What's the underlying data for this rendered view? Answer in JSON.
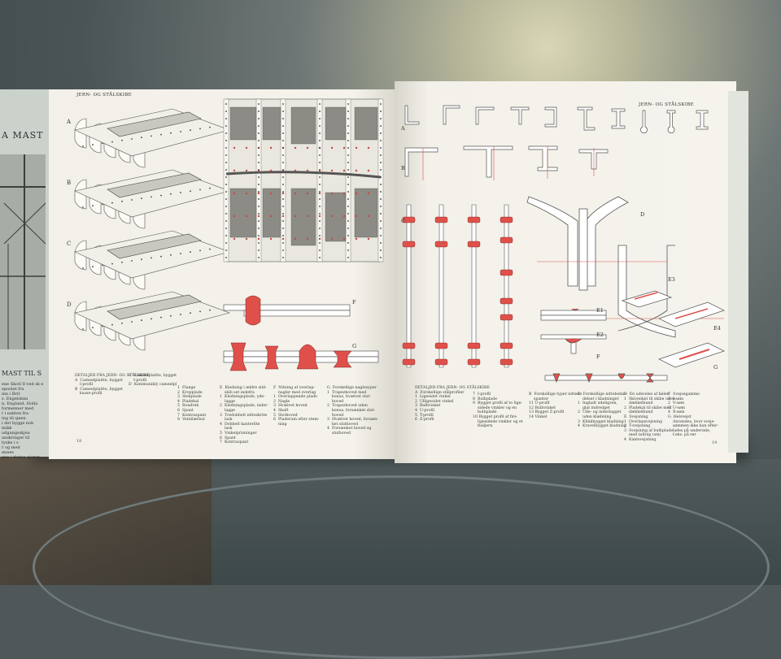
{
  "left_edge": {
    "title": "A MAST TIL",
    "caption_title": "MAST TIL S",
    "lines": [
      "ene Skotl Il ved sk e",
      "epostet fra",
      "inn i Brit",
      "s. Engelskmi",
      "n,  England, Holla",
      "formenner med",
      "t i nakten fra",
      "ing til sjøen",
      "i det bygge nok",
      "mikk",
      "udgangsskjea",
      "anskringer til",
      "tyske i s",
      "r og med",
      "ønnes",
      "ene i denne gjenst"
    ]
  },
  "left_page": {
    "header": "JERN- OG STÅLSKIBE",
    "page_number": "18",
    "diagram_letters": [
      "A",
      "B",
      "C",
      "D"
    ],
    "rivet_letters": [
      "F",
      "G"
    ],
    "col1": [
      "DETALJER FRA JERN- OG STÅLSKIBE",
      "A  Cameelplaitte, bygget",
      "    I-profil",
      "B  Cameelplaitte, bygget",
      "    kasse-profil"
    ],
    "col2": [
      "C  Cameelplaitte, bygget",
      "    I-profil",
      "D  Kommunikly cameelpl"
    ],
    "col3": [
      "1  Flange",
      "2  Kropplade",
      "3  Stekplade",
      "4  Pladekal",
      "5  Rondrek",
      "6  Spant",
      "7  Kontraspant",
      "8  Ventilærbul"
    ],
    "col4": [
      "E  Kledning i ældre sild-",
      "    skib set indefra",
      "1  Kledningsplade, yde-",
      "    lagge",
      "2  Kledningsplade, inder-",
      "    lagge",
      "3  Tredobbelt nitteskrite",
      "    lask",
      "4  Dobbelt kanterlite",
      "    lask",
      "5  Vinkelprisninger",
      "6  Spant",
      "7  Kontraspant"
    ],
    "col5": [
      "F  Nitning af overlap-",
      "    nagler med overlag",
      "1  Overlappende plade",
      "2  Nagle",
      "3  Hvælvet hoved",
      "4  Skaft",
      "5  Slothoved",
      "6  Pladerum efter stem-",
      "    ning"
    ],
    "col6": [
      "G  Forskellige naglesyper",
      "1  Trapezhoved med",
      "    konus, hvælvet slut-",
      "    hoved",
      "2  Trapezhoved uden",
      "    konus, forsænket slut-",
      "    hoved",
      "3  Hvælvet hoved, forsæn-",
      "    ket sluthoved",
      "4  Forsænket hoved og",
      "    sluthoved"
    ]
  },
  "right_page": {
    "header": "JERN- OG STÅLSKIBE",
    "page_number": "19",
    "section_letters": [
      "A",
      "B",
      "C",
      "D",
      "E1",
      "E2",
      "E3",
      "E4",
      "F",
      "G"
    ],
    "col1": [
      "DETALJER FRA JERN- OG STÅLSKIBE",
      "A  Forskellige stålprofiler",
      "1  Ligesidet vinkel",
      "2  Ulligesidet vinkel",
      "3  Bulbvinkel",
      "4  U-profil",
      "5  T-profil",
      "6  Z-profil"
    ],
    "col2": [
      "7  I-profil",
      "8  Bulbplade",
      "9  Bygget profil af to lige-",
      "    sidede vinkler og en",
      "    bulbplade",
      "10 Bygget profil af fire",
      "    ligesidede vinkler og et",
      "    fladjern"
    ],
    "col3": [
      "B  Forskellige typer nittede",
      "    spanter",
      "11 U-profil",
      "12 Bulbvinkel",
      "13 Bygget Z-profil",
      "14 Vinkel"
    ],
    "col4": [
      "C  Forskellige nittebehin-",
      "    delser i kladninger",
      "1  Ingladt udeligsen,",
      "    glat indredget",
      "2  Ude- og inderlagget",
      "    uden klæbning",
      "3  Klinkbygget kladning",
      "4  Kravelbygget kladning"
    ],
    "col5": [
      "D  En udsvelse af kølen",
      "1  Skivenkel til skibe uden",
      "    dæbkelbund",
      "2  Pladekal til skibe med",
      "    dæbkelbund",
      "E  Svejsning",
      "1  Overlapsvejsning",
      "2  T-svejsning",
      "3  Svejsning af bulbplade",
      "    med tallrap (sm)",
      "4  Kantsvejsning"
    ],
    "col6": [
      "F  Svejsegamme",
      "1  I-søm",
      "2  V-søm",
      "3  U-søm",
      "4  X-søm",
      "G  Helsvejst",
      "    Anvendes, hvor sveje-",
      "    sømmen ikke kan efter-",
      "    lades på underside,",
      "    f.eks. på rør"
    ]
  },
  "colors": {
    "paper": "#f3f1ea",
    "ink": "#3a3a3a",
    "accent_red": "#e0504a",
    "table": "#4f5758",
    "cover_green": "#cbd2cc"
  }
}
